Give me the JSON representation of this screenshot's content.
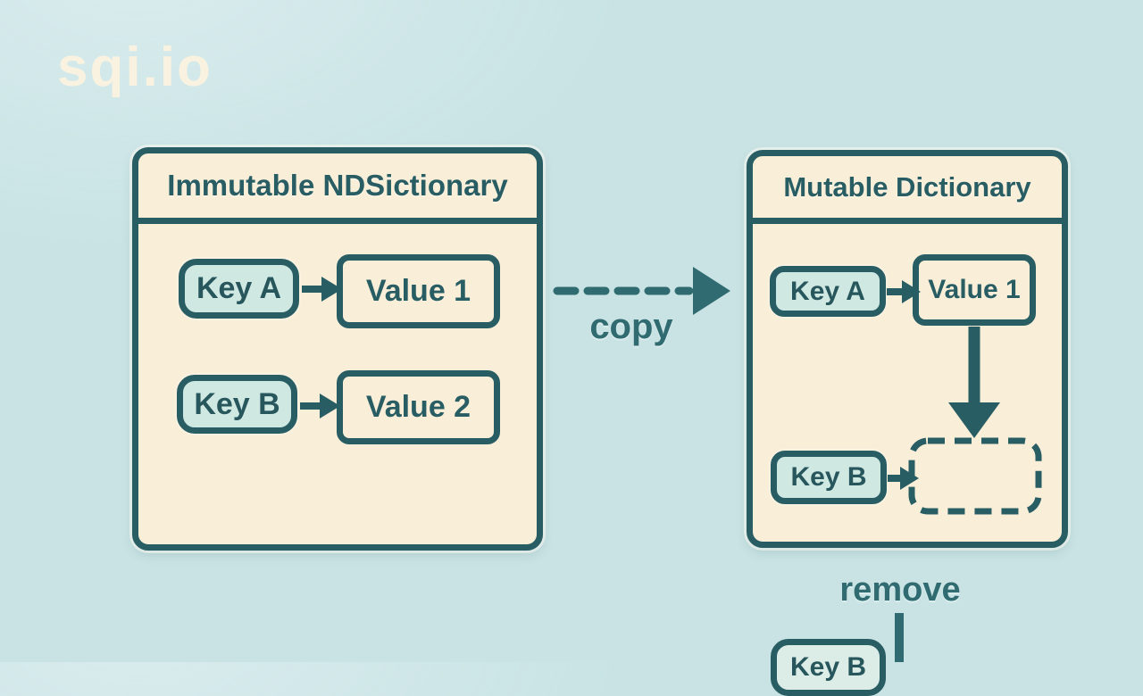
{
  "theme": {
    "background": "#c9e3e4",
    "panel_fill": "#f9efd9",
    "key_pill_fill": "#cfe8e2",
    "stroke_teal": "#295d64",
    "label_teal": "#2f6b70",
    "logo_color": "#f9f2e0"
  },
  "brand": {
    "logo": "sqi.io"
  },
  "left_box": {
    "title": "Immutable NDSictionary",
    "rows": [
      {
        "key": "Key A",
        "value": "Value 1"
      },
      {
        "key": "Key B",
        "value": "Value 2"
      }
    ]
  },
  "right_box": {
    "title": "Mutable Dictionary",
    "rows": [
      {
        "key": "Key A",
        "value": "Value 1"
      },
      {
        "key": "Key B",
        "value": ""
      }
    ]
  },
  "connectors": {
    "copy_label": "copy",
    "remove_label": "remove"
  },
  "bottom_fragment": {
    "key": "Key B"
  }
}
